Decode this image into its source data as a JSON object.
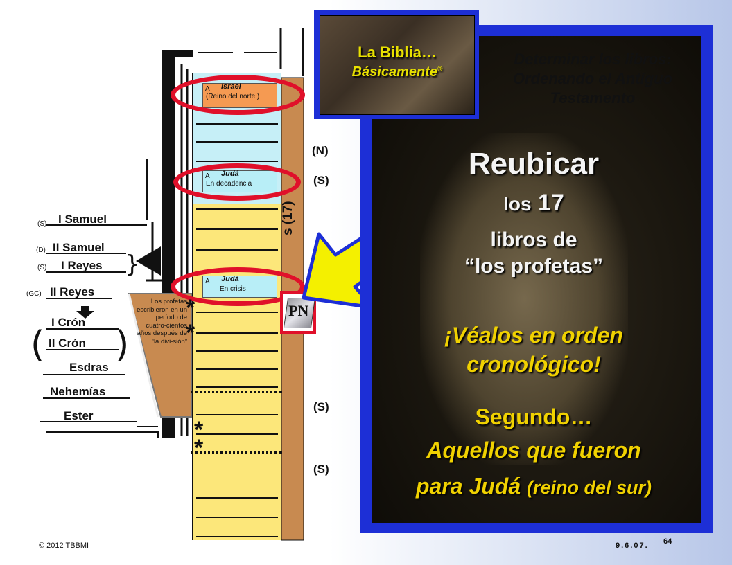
{
  "history_books": [
    {
      "tag": "(S)",
      "label": "I Samuel"
    },
    {
      "tag": "(D)",
      "label": "II Samuel"
    },
    {
      "tag": "(S)",
      "label": "I Reyes"
    },
    {
      "tag": "(GC)",
      "label": "II Reyes"
    },
    {
      "tag": "",
      "label": "I Crón"
    },
    {
      "tag": "",
      "label": "II Crón"
    },
    {
      "tag": "",
      "label": "Esdras"
    },
    {
      "tag": "",
      "label": "Nehemías"
    },
    {
      "tag": "",
      "label": "Ester"
    }
  ],
  "chart": {
    "israel_title": "Israel",
    "israel_sub": "(Reino del norte.)",
    "juda1_title": "Judá",
    "juda1_sub": "En decadencia",
    "juda2_title": "Judá",
    "juda2_sub": "En crisis",
    "card_letter": "A",
    "column_label": "s (17)",
    "prophets_note": "Los profetas escribieron en un período de cuatro-cientos años después de “la divi-sión”",
    "markers": [
      "(N)",
      "(S)",
      "(S)",
      "(S)"
    ],
    "badge": "PN"
  },
  "logo": {
    "line1": "La Biblia…",
    "line2": "Básicamente",
    "mark": "®"
  },
  "panel": {
    "heading": "Determinar los libros: Ordenando el Antiguo Testamento",
    "reubicar": "Reubicar",
    "los": "los",
    "count": "17",
    "libros_de": "libros de",
    "profetas": "“los profetas”",
    "veal_line1": "¡Véalos en orden",
    "veal_line2": "cronológico!",
    "segundo": "Segundo…",
    "aquellos": "Aquellos que fueron",
    "para": "para Judá",
    "reino": "(reino del sur)"
  },
  "footer": {
    "copyright": "© 2012 TBBMI",
    "code": "9.6.07.",
    "page": "64"
  },
  "colors": {
    "accent_blue": "#1d2fd6",
    "ring_red": "#e0102a",
    "yellow_arrow": "#f4f000",
    "column_brown": "#c88a50",
    "card_cyan": "#b8eef7",
    "card_orange": "#f59a52"
  }
}
